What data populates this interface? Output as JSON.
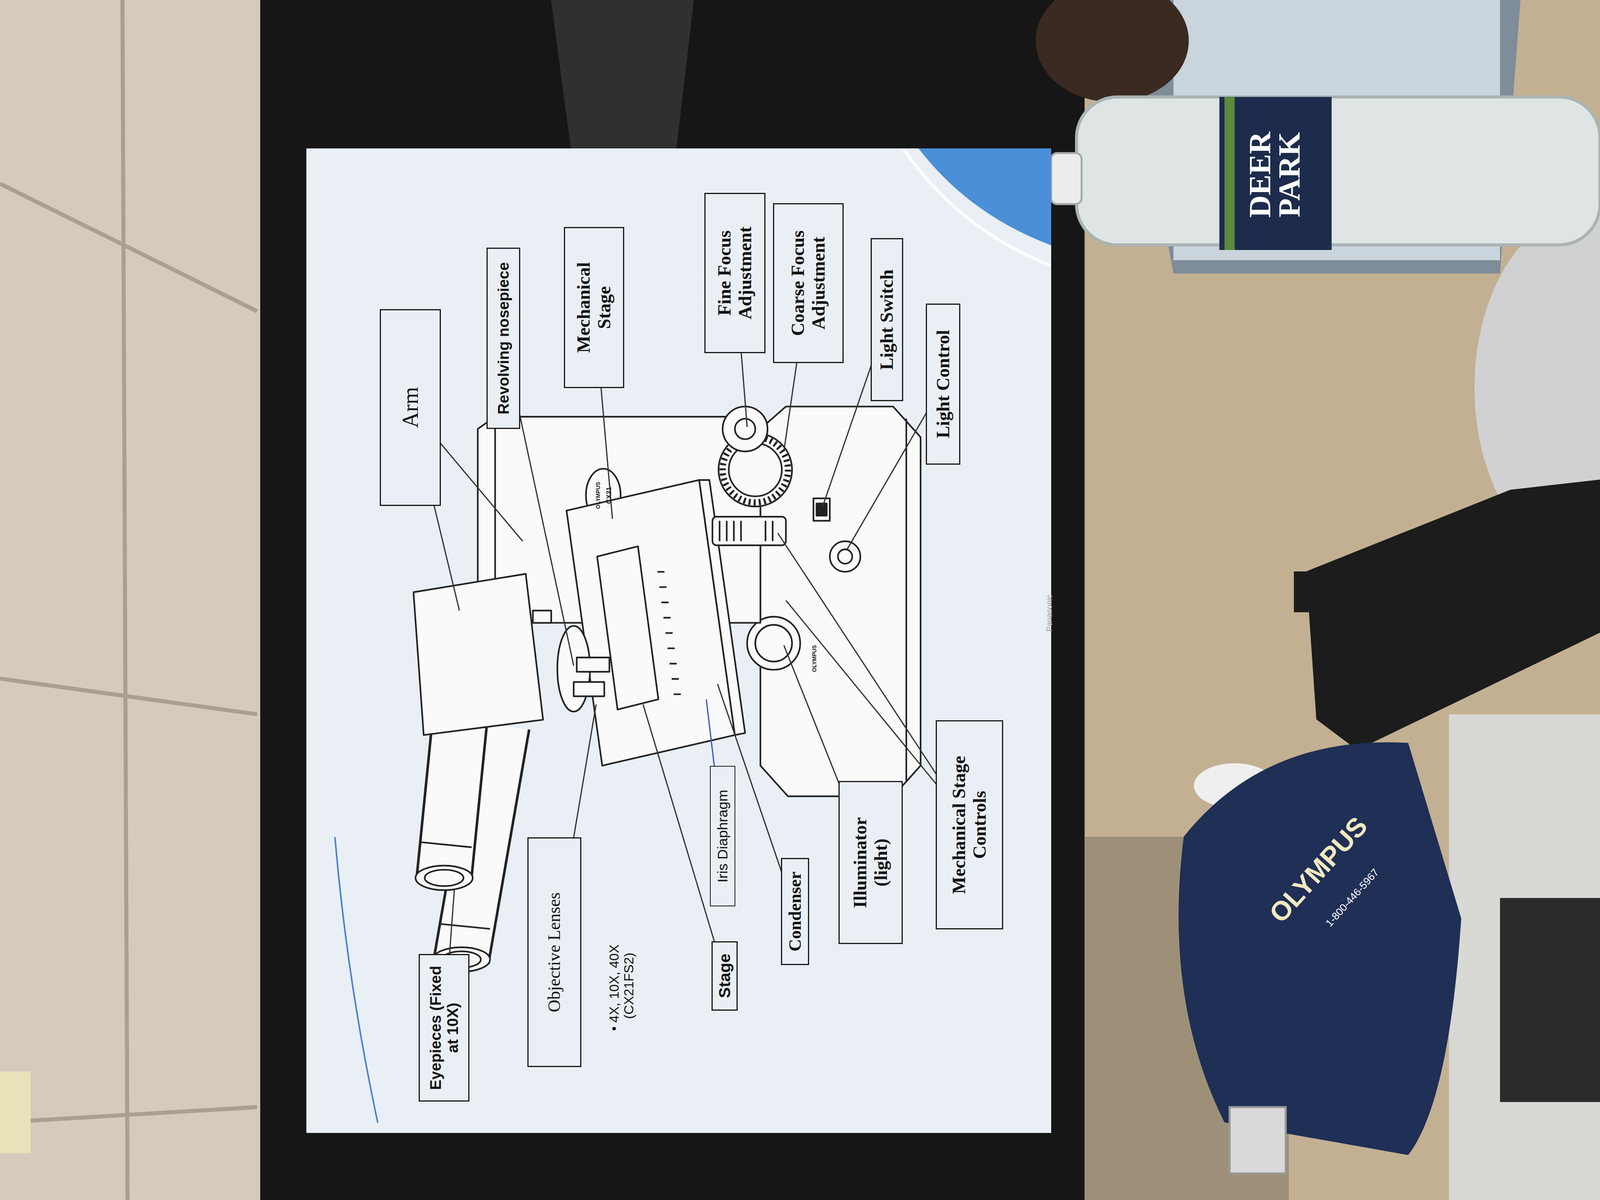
{
  "diagram": {
    "nodes": [
      {
        "text": [
          "Arm"
        ]
      },
      {
        "text": [
          "Eyepieces (Fixed at 10X)"
        ]
      },
      {
        "text": [
          "Revolving nosepiece"
        ]
      },
      {
        "text": [
          "Objective Lenses"
        ]
      },
      {
        "text": [
          "Mechanical Stage"
        ]
      },
      {
        "text": [
          "Fine Focus Adjustment"
        ]
      },
      {
        "text": [
          "Iris Diaphragm"
        ]
      },
      {
        "text": [
          "Stage"
        ]
      },
      {
        "text": [
          "Coarse Focus Adjustment"
        ]
      },
      {
        "text": [
          "Condenser"
        ]
      },
      {
        "text": [
          "Illuminator (light)"
        ]
      },
      {
        "text": [
          "Light Switch"
        ]
      },
      {
        "text": [
          "Light Control"
        ]
      },
      {
        "text": [
          "Mechanical Stage Controls"
        ]
      }
    ],
    "labels": [
      "• 4X, 10X, 40X (CX21FS2)",
      "OLYMPUS",
      "CX21",
      "OLYMPUS",
      "Panasonic",
      "DEER PARK",
      "OLYMPUS",
      "1-800-446-5967"
    ]
  }
}
